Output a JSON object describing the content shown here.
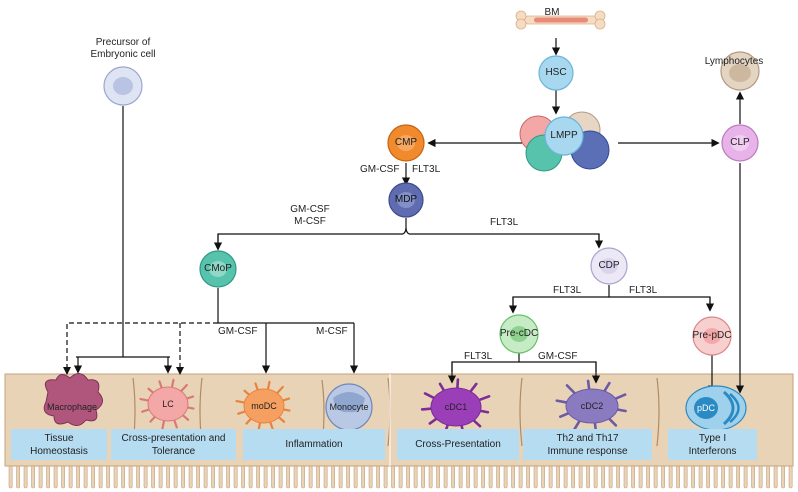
{
  "sources": {
    "bone_marrow": "BM",
    "embryonic": "Precursor of\nEmbryonic cell"
  },
  "progenitors": {
    "hsc": "HSC",
    "lmpp": "LMPP",
    "cmp": "CMP",
    "mdp": "MDP",
    "clp": "CLP",
    "lymphocytes": "Lymphocytes",
    "cmop": "CMoP",
    "cdp": "CDP",
    "pre_cdc": "Pre-cDC",
    "pre_pdc": "Pre-pDC"
  },
  "factors": {
    "cmp_gmcsf": "GM-CSF",
    "cmp_flt3l": "FLT3L",
    "mdp_left": "GM-CSF\nM-CSF",
    "mdp_right": "FLT3L",
    "cdp_left": "FLT3L",
    "cdp_right": "FLT3L",
    "cmop_gmcsf": "GM-CSF",
    "cmop_mcsf": "M-CSF",
    "precdc_left": "FLT3L",
    "precdc_right": "GM-CSF"
  },
  "tissue_cells": {
    "macrophage": "Macrophage",
    "lc": "LC",
    "modc": "moDC",
    "monocyte": "Monocyte",
    "cdc1": "cDC1",
    "cdc2": "cDC2",
    "pdc": "pDC"
  },
  "functions": {
    "tissue": "Tissue\nHomeostasis",
    "cross_tol": "Cross-presentation and\nTolerance",
    "inflammation": "Inflammation",
    "cross_pres": "Cross-Presentation",
    "th": "Th2 and Th17\nImmune response",
    "ifn": "Type I\nInterferons"
  },
  "colors": {
    "tissue_fill": "#e9d3b6",
    "tissue_stroke": "#c4a27e",
    "function_box": "#b6dcf2",
    "hsc": "#a8d8ef",
    "cmp": "#f08a2c",
    "mdp": "#5f6db0",
    "cmop": "#57c3ad",
    "cdp": "#dad5ec",
    "pre_cdc": "#8fd18f",
    "pre_pdc": "#f3a9a9",
    "clp": "#e8b3e8",
    "lymphocytes": "#d8c6ae",
    "macrophage": "#b0567c",
    "lc": "#f3a7a7",
    "modc": "#f5a060",
    "monocyte": "#8fa6cf",
    "cdc1": "#9b3fb8",
    "cdc2": "#8a7bc0",
    "pdc": "#2a8bc4"
  }
}
